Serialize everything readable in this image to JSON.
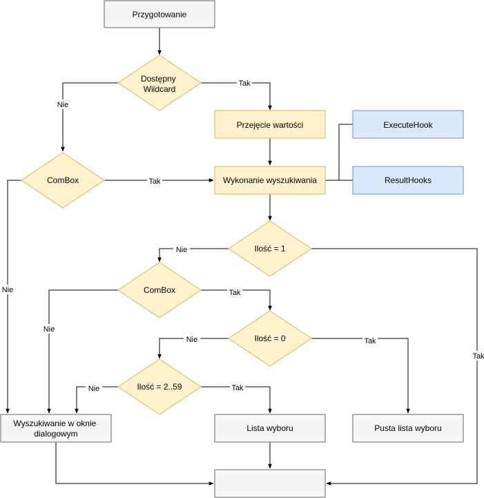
{
  "colors": {
    "gray_fill": "#f5f5f5",
    "gray_stroke": "#666666",
    "yellow_fill": "#fff2cc",
    "yellow_stroke": "#d6b656",
    "blue_fill": "#dae8fc",
    "blue_stroke": "#6c8ebf",
    "line": "#000000"
  },
  "nodes": {
    "przygotowanie": "Przygotowanie",
    "dostepny_wildcard": [
      "Dostępny",
      "Wildcard"
    ],
    "przejecie": "Przejęcie wartości",
    "execute_hook": "ExecuteHook",
    "combox1": "ComBox",
    "wykonanie": "Wykonanie wyszukiwania",
    "result_hooks": "ResultHooks",
    "ilosc_1": "Ilość = 1",
    "combox2": "ComBox",
    "ilosc_0": "Ilość = 0",
    "ilosc_2_59": "Ilość = 2..59",
    "wyszukiwanie_okno": [
      "Wyszukiwanie w oknie",
      "dialogowym"
    ],
    "lista_wyboru": "Lista wyboru",
    "pusta_lista": "Pusta lista wyboru",
    "koniec": ""
  },
  "edges": {
    "wildcard_tak": "Tak",
    "wildcard_nie": "Nie",
    "combox1_tak": "Tak",
    "combox1_nie": "Nie",
    "ilosc1_nie": "Nie",
    "ilosc1_tak": "Tak",
    "combox2_nie": "Nie",
    "combox2_tak": "Tak",
    "ilosc0_nie": "Nie",
    "ilosc0_tak": "Tak",
    "ilosc259_nie": "Nie",
    "ilosc259_tak": "Tak"
  }
}
